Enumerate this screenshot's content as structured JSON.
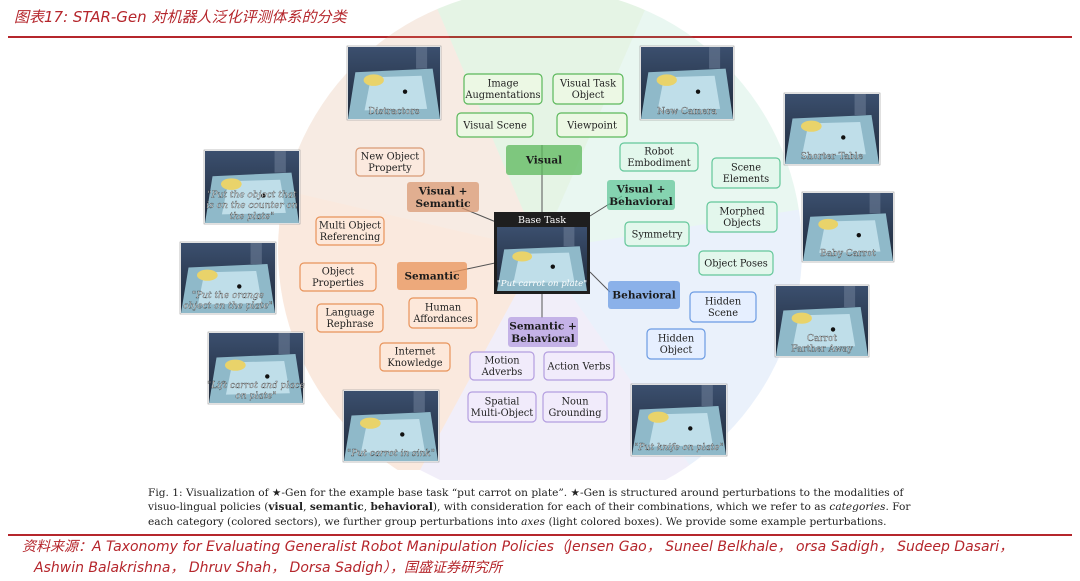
{
  "header": {
    "title": "图表17: STAR-Gen 对机器人泛化评测体系的分类"
  },
  "colors": {
    "accent": "#b5262c",
    "visual": "#5bb85b",
    "semantic": "#e8935a",
    "behavioral": "#6b9be3",
    "visual_semantic": "#d99a74",
    "visual_behavioral": "#63c79a",
    "semantic_behavioral": "#b49ee0"
  },
  "diagram": {
    "center": {
      "label": "Base Task",
      "caption": "\"Put carrot on plate\""
    },
    "categories": [
      {
        "id": "visual",
        "label": "Visual"
      },
      {
        "id": "visual-semantic",
        "label": [
          "Visual +",
          "Semantic"
        ]
      },
      {
        "id": "visual-behavioral",
        "label": [
          "Visual +",
          "Behavioral"
        ]
      },
      {
        "id": "semantic",
        "label": "Semantic"
      },
      {
        "id": "behavioral",
        "label": "Behavioral"
      },
      {
        "id": "semantic-behavioral",
        "label": [
          "Semantic +",
          "Behavioral"
        ]
      }
    ],
    "axes": [
      {
        "label": [
          "Image",
          "Augmentations"
        ],
        "group": "visual"
      },
      {
        "label": [
          "Visual Task",
          "Object"
        ],
        "group": "visual"
      },
      {
        "label": [
          "Visual Scene"
        ],
        "group": "visual"
      },
      {
        "label": [
          "Viewpoint"
        ],
        "group": "visual"
      },
      {
        "label": [
          "New Object",
          "Property"
        ],
        "group": "visual-semantic"
      },
      {
        "label": [
          "Multi Object",
          "Referencing"
        ],
        "group": "semantic"
      },
      {
        "label": [
          "Object",
          "Properties"
        ],
        "group": "semantic"
      },
      {
        "label": [
          "Language",
          "Rephrase"
        ],
        "group": "semantic"
      },
      {
        "label": [
          "Human",
          "Affordances"
        ],
        "group": "semantic"
      },
      {
        "label": [
          "Internet",
          "Knowledge"
        ],
        "group": "semantic"
      },
      {
        "label": [
          "Robot",
          "Embodiment"
        ],
        "group": "visual-behavioral"
      },
      {
        "label": [
          "Scene",
          "Elements"
        ],
        "group": "visual-behavioral"
      },
      {
        "label": [
          "Morphed",
          "Objects"
        ],
        "group": "visual-behavioral"
      },
      {
        "label": [
          "Symmetry"
        ],
        "group": "visual-behavioral"
      },
      {
        "label": [
          "Object Poses"
        ],
        "group": "visual-behavioral"
      },
      {
        "label": [
          "Hidden",
          "Scene"
        ],
        "group": "behavioral"
      },
      {
        "label": [
          "Hidden",
          "Object"
        ],
        "group": "behavioral"
      },
      {
        "label": [
          "Motion",
          "Adverbs"
        ],
        "group": "semantic-behavioral"
      },
      {
        "label": [
          "Action Verbs"
        ],
        "group": "semantic-behavioral"
      },
      {
        "label": [
          "Spatial",
          "Multi-Object"
        ],
        "group": "semantic-behavioral"
      },
      {
        "label": [
          "Noun",
          "Grounding"
        ],
        "group": "semantic-behavioral"
      }
    ],
    "examples": [
      {
        "caption": [
          "Distractors"
        ],
        "italic": false
      },
      {
        "caption": [
          "New Camera"
        ],
        "italic": false
      },
      {
        "caption": [
          "Shorter Table"
        ],
        "italic": false
      },
      {
        "caption": [
          "Baby Carrot"
        ],
        "italic": false
      },
      {
        "caption": [
          "Carrot",
          "Farther Away"
        ],
        "italic": false
      },
      {
        "caption": [
          "\"Put the object that",
          "is on the counter on",
          "the plate\""
        ],
        "italic": true
      },
      {
        "caption": [
          "\"Put the orange",
          "object on the plate\""
        ],
        "italic": true
      },
      {
        "caption": [
          "\"Lift carrot and place",
          "on plate\""
        ],
        "italic": true
      },
      {
        "caption": [
          "\"Put carrot in sink\""
        ],
        "italic": true
      },
      {
        "caption": [
          "\"Put knife on plate\""
        ],
        "italic": true
      }
    ]
  },
  "caption": {
    "label": "Fig. 1:",
    "s1": "Visualization of ★-Gen for the example base task “put carrot on plate”. ★-Gen is structured around perturbations to the modalities of visuo-lingual policies (",
    "b1": "visual",
    "c1": ", ",
    "b2": "semantic",
    "c2": ", ",
    "b3": "behavioral",
    "s2": "), with consideration for each of their combinations, which we refer to as ",
    "i1": "categories",
    "s3": ". For each category (colored sectors), we further group perturbations into ",
    "i2": "axes",
    "s4": " (light colored boxes). We provide some example perturbations."
  },
  "source": {
    "line1": "资料来源：A Taxonomy for Evaluating Generalist Robot Manipulation Policies（Jensen Gao， Suneel Belkhale， orsa Sadigh， Sudeep Dasari，",
    "line2": "Ashwin Balakrishna， Dhruv Shah， Dorsa Sadigh），国盛证券研究所"
  }
}
